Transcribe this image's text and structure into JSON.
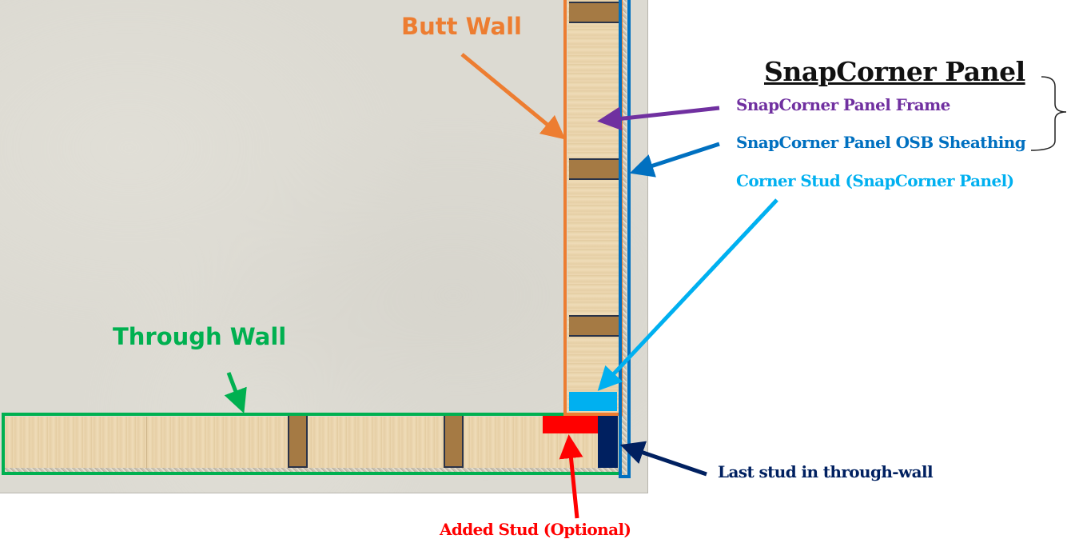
{
  "labels": {
    "butt_wall": "Butt Wall",
    "through_wall": "Through Wall",
    "panel_title": "SnapCorner Panel",
    "panel_frame": "SnapCorner Panel Frame",
    "panel_osb": "SnapCorner Panel OSB Sheathing",
    "corner_stud": "Corner Stud (SnapCorner Panel)",
    "last_stud": "Last stud in through-wall",
    "added_stud": "Added Stud (Optional)"
  },
  "colors": {
    "butt_wall": "#ed7d31",
    "through_wall": "#00b050",
    "panel_frame": "#7030a0",
    "osb": "#0070c0",
    "corner_stud": "#00b0f0",
    "last_stud": "#002060",
    "added_stud": "#ff0000"
  }
}
